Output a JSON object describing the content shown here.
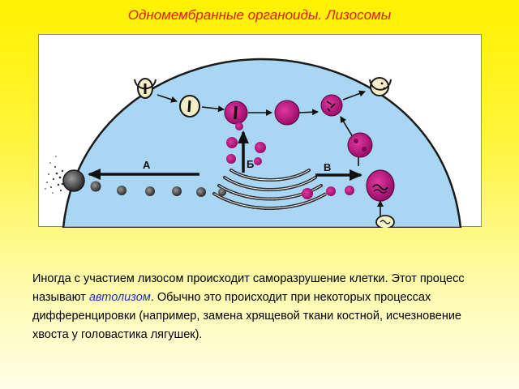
{
  "title": "Одномембранные органоиды. Лизосомы",
  "diagram": {
    "labels": {
      "a": "А",
      "b": "Б",
      "v": "В"
    },
    "colors": {
      "cytoplasm": "#a9d6f2",
      "lysosome": "#c4138a",
      "vesicle": "#f4efc6",
      "membrane": "#1a1a1a",
      "background_top": "#fff200",
      "background_bottom": "#fffee6",
      "title": "#e4161b",
      "highlight": "#1b2fd6"
    }
  },
  "paragraph": {
    "part1": "Иногда с участием лизосом происходит саморазрушение клетки. Этот процесс называют ",
    "highlight": "автолизом",
    "part2": ". Обычно это происходит при некоторых процессах дифференцировки (например, замена хрящевой ткани костной, исчезновение хвоста у головастика лягушек)."
  }
}
